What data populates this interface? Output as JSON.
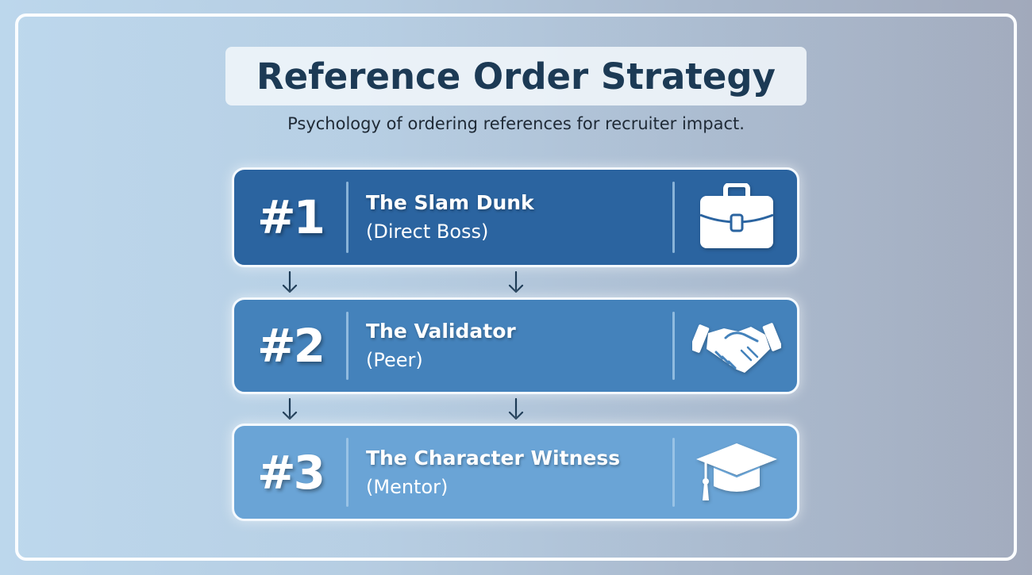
{
  "header": {
    "title": "Reference Order Strategy",
    "subtitle": "Psychology of ordering references for recruiter impact."
  },
  "steps": [
    {
      "rank": "#1",
      "label": "The Slam Dunk",
      "sublabel": "(Direct Boss)",
      "icon": "briefcase-icon",
      "color": "#2b64a0"
    },
    {
      "rank": "#2",
      "label": "The Validator",
      "sublabel": "(Peer)",
      "icon": "handshake-icon",
      "color": "#4482bb"
    },
    {
      "rank": "#3",
      "label": "The Character Witness",
      "sublabel": "(Mentor)",
      "icon": "graduation-cap-icon",
      "color": "#6aa4d6"
    }
  ],
  "connectors": {
    "icon": "arrow-down-icon",
    "color": "#1c3a55"
  },
  "colors": {
    "title_text": "#1c3a55",
    "card_border": "#f4f9fe",
    "frame_border": "#fbfdff"
  }
}
